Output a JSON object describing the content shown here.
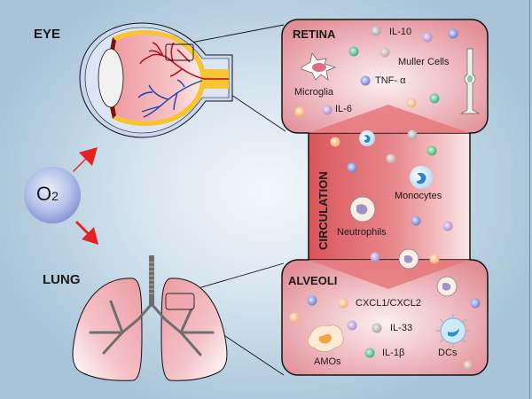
{
  "diagram": {
    "organs": {
      "eye": "EYE",
      "lung": "LUNG"
    },
    "oxygen": {
      "symbol": "O",
      "subscript": "2"
    },
    "panels": {
      "retina": {
        "title": "RETINA",
        "labels": {
          "il10": "IL-10",
          "muller": "Muller Cells",
          "tnf": "TNF- α",
          "microglia": "Microglia",
          "il6": "IL-6"
        }
      },
      "circulation": {
        "title": "CIRCULATION",
        "labels": {
          "monocytes": "Monocytes",
          "neutrophils": "Neutrophils"
        }
      },
      "alveoli": {
        "title": "ALVEOLI",
        "labels": {
          "cxcl": "CXCL1/CXCL2",
          "il33": "IL-33",
          "il1b": "IL-1β",
          "amos": "AMOs",
          "dcs": "DCs"
        }
      }
    },
    "colors": {
      "arrow": "#e8201f",
      "panel_pink": "#e8a2a8",
      "circulation_red": "#d9575a",
      "artery": "#b0101a",
      "vein": "#1f3fb0",
      "optic_yellow": "#f6c531",
      "molecule_green": "#3fb07a",
      "molecule_blue": "#6f7fcf",
      "molecule_purple": "#b08ad0",
      "molecule_orange": "#f2b070",
      "molecule_gray": "#a7a3a3",
      "molecule_tan": "#c6a39a"
    }
  }
}
